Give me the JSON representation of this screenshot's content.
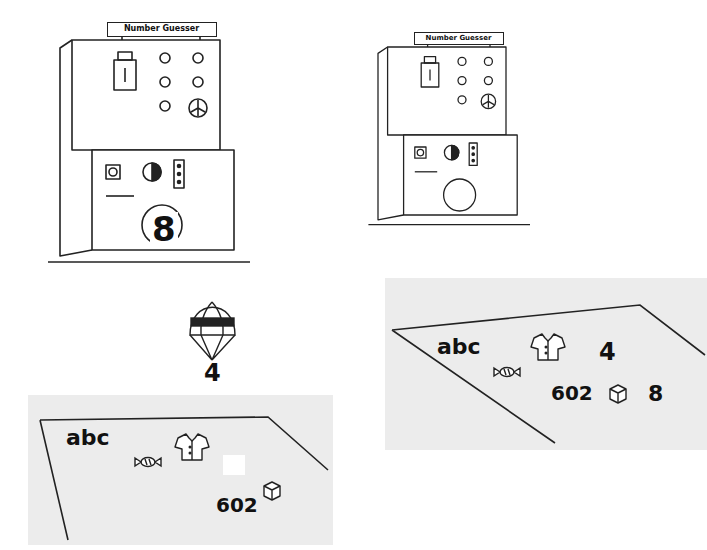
{
  "diagram": {
    "nodes": [
      {
        "text": [
          "Number Guesser"
        ]
      },
      {
        "text": [
          "Number Guesser"
        ]
      },
      {
        "text": [
          "abc",
          "602"
        ]
      },
      {
        "text": [
          "abc",
          "4",
          "602",
          "8"
        ]
      }
    ],
    "labels": [
      "8",
      "4"
    ]
  }
}
